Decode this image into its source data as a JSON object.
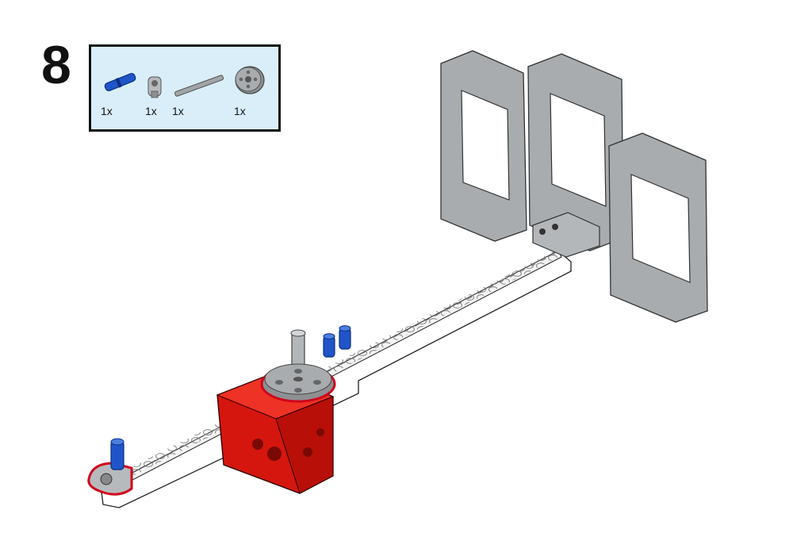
{
  "step": {
    "number": "8"
  },
  "parts_list": {
    "items": [
      {
        "name": "blue-axle-pin",
        "icon": "blue-pin-icon",
        "qty": "1x"
      },
      {
        "name": "gray-connector",
        "icon": "pin-connector-icon",
        "qty": "1x"
      },
      {
        "name": "gray-axle",
        "icon": "axle-icon",
        "qty": "1x"
      },
      {
        "name": "gray-pulley-wheel",
        "icon": "pulley-wheel-icon",
        "qty": "1x"
      }
    ]
  },
  "colors": {
    "parts_background": "#d9eef9",
    "highlight_outline": "#d0021b",
    "frame_gray": "#a9acae",
    "motor_red": "#d4160e",
    "pin_blue": "#1f55c8",
    "beam_white": "#ffffff"
  }
}
